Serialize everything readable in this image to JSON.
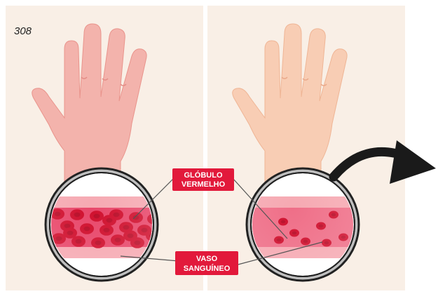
{
  "page_number": "308",
  "labels": {
    "red_blood_cell_line1": "GLÓBULO",
    "red_blood_cell_line2": "VERMELHO",
    "blood_vessel_line1": "VASO",
    "blood_vessel_line2": "SANGUÍNEO"
  },
  "colors": {
    "background": "#f9efe6",
    "skin_healthy": "#f3b3ac",
    "skin_pale": "#f8cdb4",
    "vessel_wall": "#f6a9b2",
    "vessel_inner": "#e8486b",
    "blood_cell": "#d0102e",
    "label_bg": "#e2193b",
    "arrow": "#1a1a1a"
  }
}
